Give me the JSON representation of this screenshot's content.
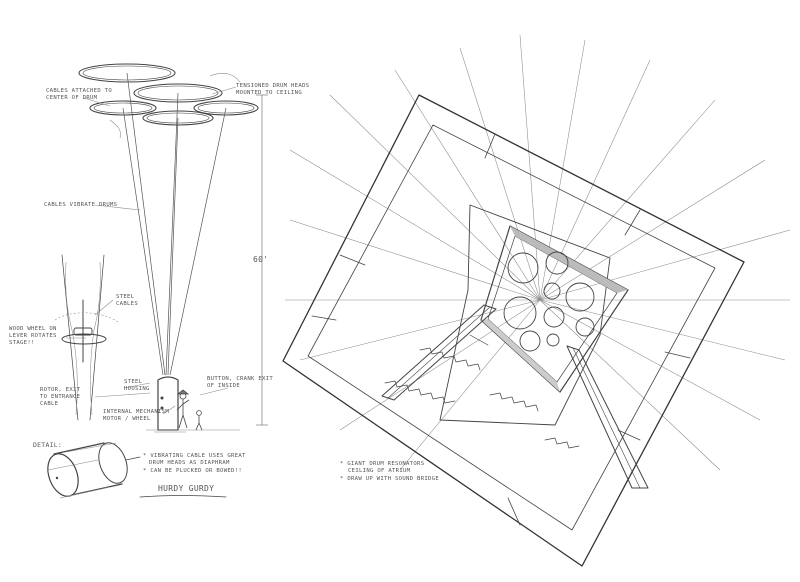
{
  "annotations": {
    "cable_attach": [
      "CABLES ATTACHED TO",
      "CENTER OF DRUM"
    ],
    "drums_mounted": [
      "TENSIONED DRUM HEADS",
      "MOUNTED TO CEILING"
    ],
    "cables_vibrate": "CABLES VIBRATE DRUMS",
    "height": "60'",
    "steel_cables": [
      "STEEL",
      "CABLES"
    ],
    "wheel_rotates": [
      "WOOD WHEEL ON",
      "LEVER ROTATES",
      "STAGE!!"
    ],
    "rotor": [
      "ROTOR, EXIT",
      "TO ENTRANCE",
      "CABLE"
    ],
    "steel_housing": [
      "STEEL",
      "HOUSING"
    ],
    "internal_mechanism": [
      "INTERNAL MECHANISM",
      "MOTOR / WHEEL"
    ],
    "button": [
      "BUTTON, CRANK EXIT",
      "OF INSIDE"
    ],
    "detail_label": "DETAIL:",
    "notes": [
      "* VIBRATING CABLE USES GREAT",
      "DRUM HEADS AS DIAPHRAM",
      "* CAN BE PLUCKED OR BOWED!!"
    ],
    "title": "HURDY GURDY",
    "right_notes": [
      "* GIANT DRUM RESONATORS",
      "CEILING OF ATRIUM",
      "* DRAW UP WITH SOUND BRIDGE"
    ]
  }
}
